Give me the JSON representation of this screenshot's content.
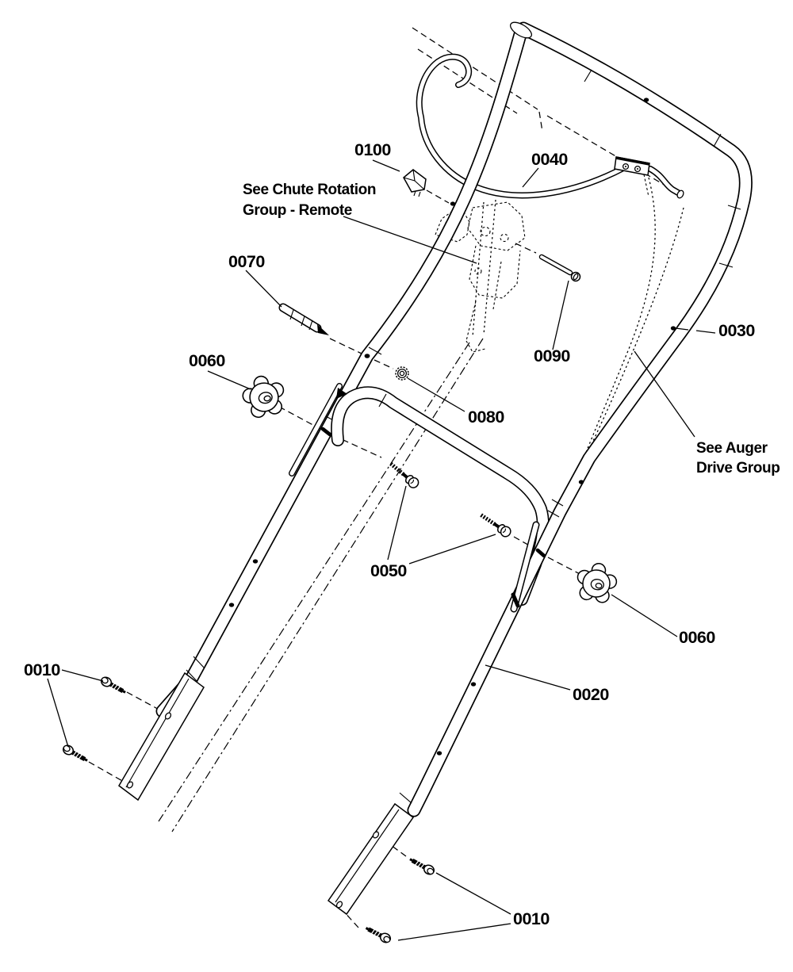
{
  "figure": {
    "background": "#ffffff",
    "line_color": "#000000",
    "type": "exploded-parts-diagram"
  },
  "callouts": {
    "c0010_left": "0010",
    "c0010_right": "0010",
    "c0020": "0020",
    "c0030": "0030",
    "c0040": "0040",
    "c0050": "0050",
    "c0060_left": "0060",
    "c0060_right": "0060",
    "c0070": "0070",
    "c0080": "0080",
    "c0090": "0090",
    "c0100": "0100"
  },
  "notes": {
    "chute_rotation_line1": "See Chute Rotation",
    "chute_rotation_line2": "Group - Remote",
    "auger_drive_line1": "See Auger",
    "auger_drive_line2": "Drive Group"
  }
}
